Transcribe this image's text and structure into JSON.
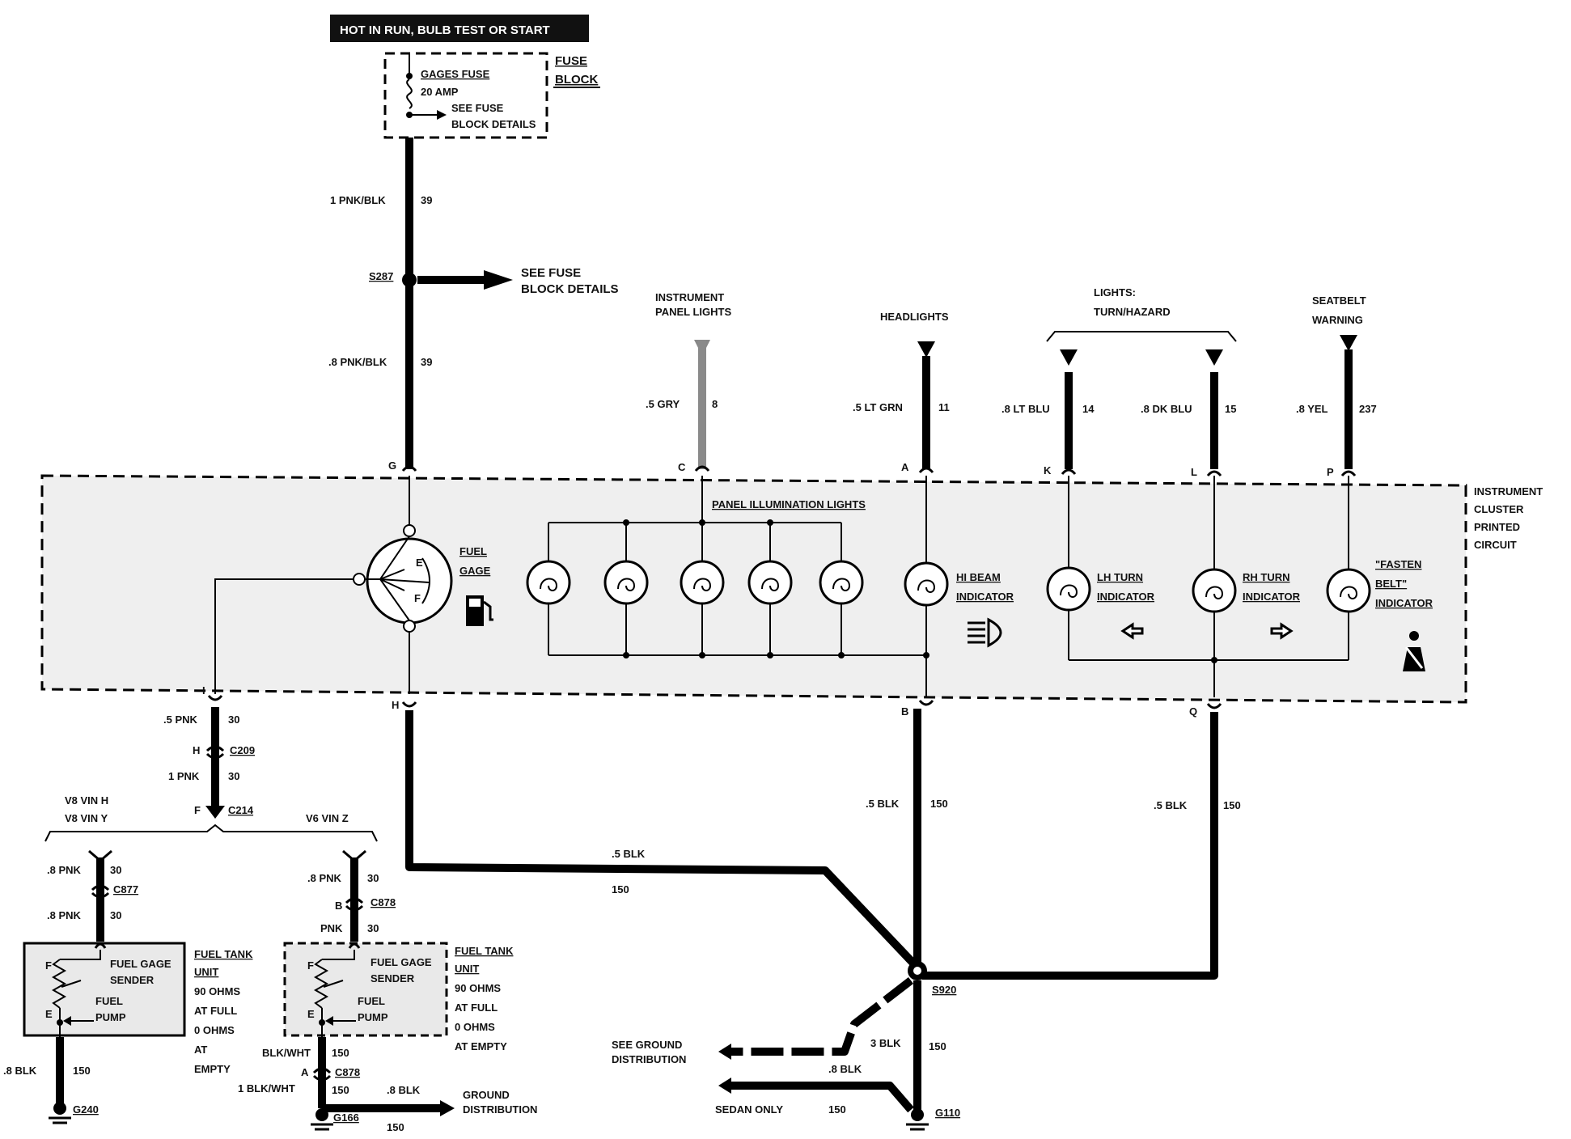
{
  "power": {
    "hot_label": "HOT IN RUN, BULB TEST OR START",
    "fuse_block": [
      "FUSE",
      "BLOCK"
    ],
    "gages_fuse": "GAGES FUSE",
    "fuse_amp": "20 AMP",
    "see_fuse": [
      "SEE FUSE",
      "BLOCK DETAILS"
    ],
    "splice_s287": "S287",
    "see_fuse_block_details": [
      "SEE FUSE",
      "BLOCK DETAILS"
    ]
  },
  "wires": {
    "w39a": {
      "color": "1 PNK/BLK",
      "circuit": "39"
    },
    "w39b": {
      "color": ".8 PNK/BLK",
      "circuit": "39"
    },
    "w8": {
      "color": ".5 GRY",
      "circuit": "8"
    },
    "w11": {
      "color": ".5 LT GRN",
      "circuit": "11"
    },
    "w14": {
      "color": ".8 LT BLU",
      "circuit": "14"
    },
    "w15": {
      "color": ".8 DK BLU",
      "circuit": "15"
    },
    "w237": {
      "color": ".8 YEL",
      "circuit": "237"
    },
    "w30a": {
      "color": ".5 PNK",
      "circuit": "30"
    },
    "w30b": {
      "color": "1 PNK",
      "circuit": "30"
    },
    "w150_h": {
      "color": ".5 BLK",
      "circuit": "150"
    },
    "w150_b": {
      "color": ".5 BLK",
      "circuit": "150"
    },
    "w150_q": {
      "color": ".5 BLK",
      "circuit": "150"
    },
    "v8_30a": {
      "color": ".8 PNK",
      "circuit": "30"
    },
    "v8_30b": {
      "color": ".8 PNK",
      "circuit": "30"
    },
    "v8_150": {
      "color": ".8 BLK",
      "circuit": "150"
    },
    "v6_30a": {
      "color": ".8 PNK",
      "circuit": "30"
    },
    "v6_30b": {
      "color": "PNK",
      "circuit": "30"
    },
    "v6_150a": {
      "color": "BLK/WHT",
      "circuit": "150"
    },
    "v6_150b": {
      "color": "1 BLK/WHT",
      "circuit": "150"
    },
    "v6_150c": {
      "color": ".8 BLK",
      "circuit": "150"
    },
    "gnd_3blk": {
      "color": "3 BLK",
      "circuit": "150"
    },
    "gnd_8blk": {
      "color": ".8 BLK",
      "circuit": "150"
    },
    "g166_150": "150"
  },
  "feeds": {
    "instrument_panel_lights": [
      "INSTRUMENT",
      "PANEL LIGHTS"
    ],
    "headlights": "HEADLIGHTS",
    "turn_hazard": [
      "LIGHTS:",
      "TURN/HAZARD"
    ],
    "seatbelt": [
      "SEATBELT",
      "WARNING"
    ]
  },
  "cluster": {
    "label": [
      "INSTRUMENT",
      "CLUSTER",
      "PRINTED",
      "CIRCUIT"
    ],
    "panel_illum": "PANEL ILLUMINATION LIGHTS",
    "fuel_gage": [
      "FUEL",
      "GAGE"
    ],
    "gage_marks": {
      "e": "E",
      "f": "F"
    },
    "hi_beam": [
      "HI BEAM",
      "INDICATOR"
    ],
    "lh_turn": [
      "LH TURN",
      "INDICATOR"
    ],
    "rh_turn": [
      "RH TURN",
      "INDICATOR"
    ],
    "fasten_belt": [
      "\"FASTEN",
      "BELT\"",
      "INDICATOR"
    ],
    "pins": {
      "G": "G",
      "C": "C",
      "A": "A",
      "K": "K",
      "L": "L",
      "P": "P",
      "I": "I",
      "H": "H",
      "B": "B",
      "Q": "Q"
    }
  },
  "connectors": {
    "c209_pin": "H",
    "c209": "C209",
    "c214_pin": "F",
    "c214": "C214",
    "c877": "C877",
    "c878_pin": "B",
    "c878": "C878",
    "c878b_pin": "A",
    "c878b": "C878"
  },
  "variants": {
    "v8": [
      "V8 VIN H",
      "V8 VIN Y"
    ],
    "v6": "V6 VIN Z"
  },
  "tank_v8": {
    "sender": [
      "FUEL GAGE",
      "SENDER"
    ],
    "pump": [
      "FUEL",
      "PUMP"
    ],
    "f": "F",
    "e": "E",
    "unit": [
      "FUEL TANK",
      "UNIT"
    ],
    "spec": [
      "90 OHMS",
      "AT FULL",
      "0 OHMS",
      "AT",
      "EMPTY"
    ]
  },
  "tank_v6": {
    "sender": [
      "FUEL GAGE",
      "SENDER"
    ],
    "pump": [
      "FUEL",
      "PUMP"
    ],
    "f": "F",
    "e": "E",
    "unit": [
      "FUEL TANK",
      "UNIT"
    ],
    "spec": [
      "90 OHMS",
      "AT FULL",
      "0 OHMS",
      "AT EMPTY"
    ]
  },
  "grounds": {
    "g240": "G240",
    "g166": "G166",
    "g110": "G110",
    "s920": "S920",
    "ground_distribution": [
      "GROUND",
      "DISTRIBUTION"
    ],
    "see_ground_distribution": [
      "SEE GROUND",
      "DISTRIBUTION"
    ],
    "sedan_only": "SEDAN  ONLY"
  }
}
